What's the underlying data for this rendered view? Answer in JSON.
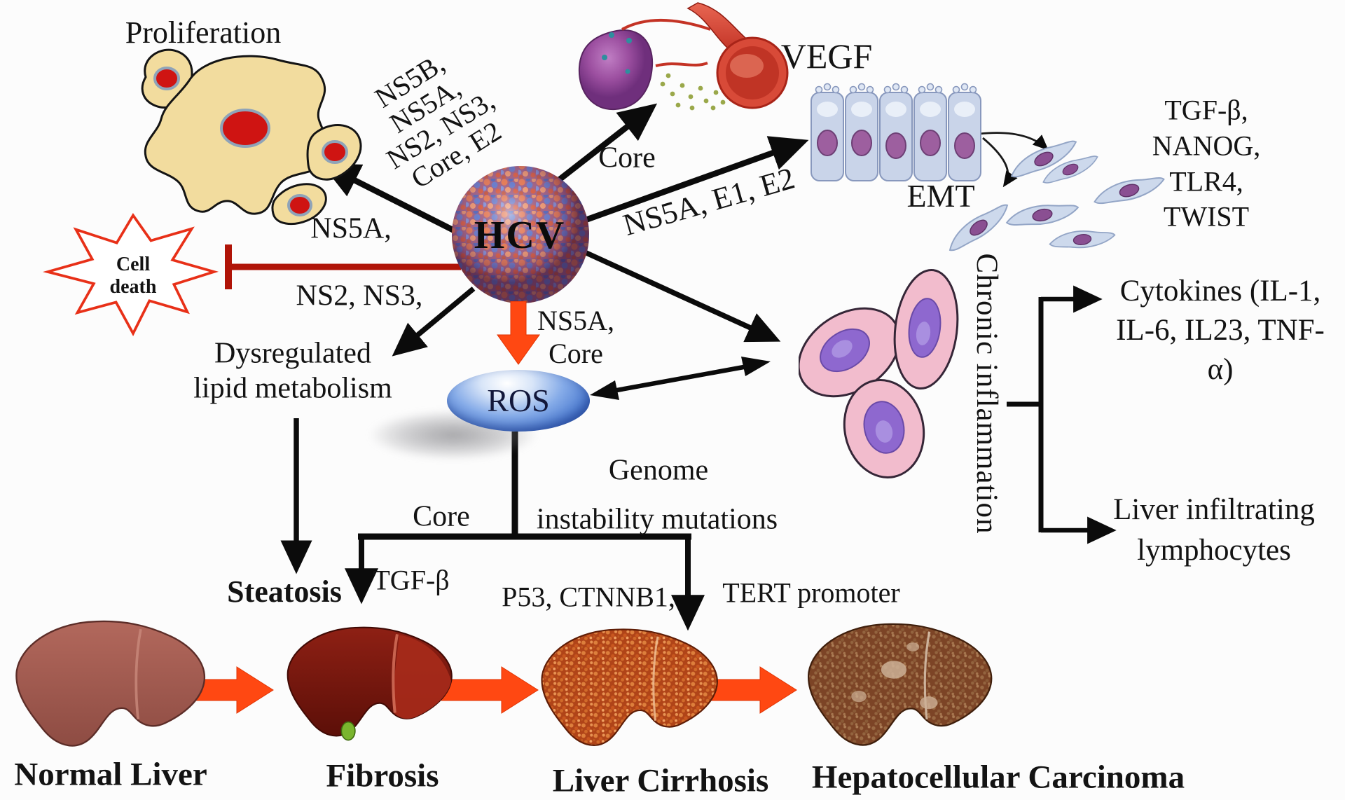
{
  "figure": {
    "virus_label": "HCV",
    "nodes": {
      "proliferation": "Proliferation",
      "vegf": "VEGF",
      "emt": "EMT",
      "ros": "ROS",
      "steatosis": "Steatosis",
      "chronic_inflammation": "Chronic inflammation",
      "cell_death": [
        "Cell",
        "death"
      ],
      "dysregulated": [
        "Dysregulated",
        "lipid metabolism"
      ],
      "genome_instability": [
        "Genome",
        "instability mutations"
      ],
      "cytokines": [
        "Cytokines (IL-1,",
        "IL-6, IL23, TNF-",
        "α)"
      ],
      "liver_infiltrating": [
        "Liver infiltrating",
        "lymphocytes"
      ],
      "emt_factors": [
        "TGF-β,",
        "NANOG,",
        "TLR4,",
        "TWIST"
      ]
    },
    "edge_labels": {
      "hcv_to_proliferation": [
        "NS5B,",
        "NS5A,",
        "NS2, NS3,",
        "Core, E2"
      ],
      "hcv_to_vegf": "Core",
      "hcv_to_emt": "NS5A, E1, E2",
      "hcv_inhibits_cell_death_top": "NS5A,",
      "hcv_inhibits_cell_death_bottom": "NS2, NS3,",
      "hcv_to_ros": [
        "NS5A,",
        "Core"
      ],
      "branch_core": "Core",
      "branch_tgf_beta": "TGF-β",
      "branch_p53": "P53, CTNNB1,",
      "branch_tert": "TERT promoter"
    },
    "stages": [
      "Normal Liver",
      "Fibrosis",
      "Liver Cirrhosis",
      "Hepatocellular Carcinoma"
    ],
    "colors": {
      "arrow_black": "#0b0b0b",
      "arrow_orange": "#ff4812",
      "inhibition_red": "#b01408",
      "starburst_red": "#e83018",
      "ros_blue": "#3b6cc4"
    }
  }
}
